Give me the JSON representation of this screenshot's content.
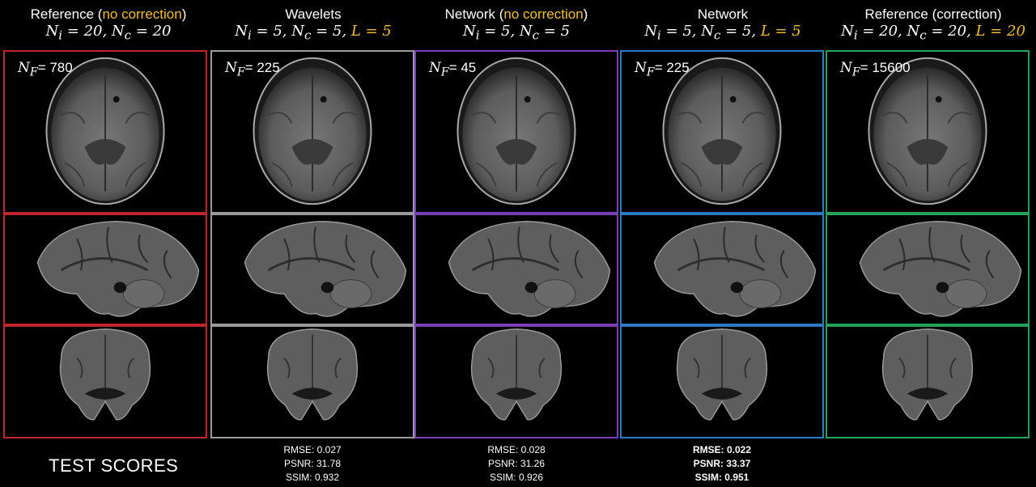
{
  "columns": [
    {
      "title_a": "Reference (",
      "title_hl": "no correction",
      "title_b": ")",
      "params": "Ni = 20, Nc = 20",
      "params_hl": "",
      "nf_value": "= 780",
      "border": "#c0262b",
      "scores": null
    },
    {
      "title_a": "Wavelets",
      "title_hl": "",
      "title_b": "",
      "params": "Ni = 5, Nc = 5, ",
      "params_hl": "L = 5",
      "nf_value": "= 225",
      "border": "#9a9a9a",
      "scores": {
        "rmse": "RMSE: 0.027",
        "psnr": "PSNR: 31.78",
        "ssim": "SSIM: 0.932"
      }
    },
    {
      "title_a": "Network (",
      "title_hl": "no correction",
      "title_b": ")",
      "params": "Ni = 5, Nc = 5",
      "params_hl": "",
      "nf_value": "= 45",
      "border": "#7a3fb5",
      "scores": {
        "rmse": "RMSE: 0.028",
        "psnr": "PSNR: 31.26",
        "ssim": "SSIM: 0.926"
      }
    },
    {
      "title_a": "Network",
      "title_hl": "",
      "title_b": "",
      "params": "Ni = 5, Nc = 5, ",
      "params_hl": "L = 5",
      "nf_value": "= 225",
      "border": "#2e79c4",
      "scores": {
        "rmse": "RMSE: 0.022",
        "psnr": "PSNR: 33.37",
        "ssim": "SSIM: 0.951"
      }
    },
    {
      "title_a": "Reference (correction)",
      "title_hl": "",
      "title_b": "",
      "params": "Ni = 20, Nc = 20, ",
      "params_hl": "L = 20",
      "nf_value": "= 15600",
      "border": "#23a35a",
      "scores": null
    }
  ],
  "nf_label": "NF",
  "test_scores_label": "TEST SCORES",
  "colors": {
    "highlight": "#f2c12e",
    "background": "#000000"
  }
}
